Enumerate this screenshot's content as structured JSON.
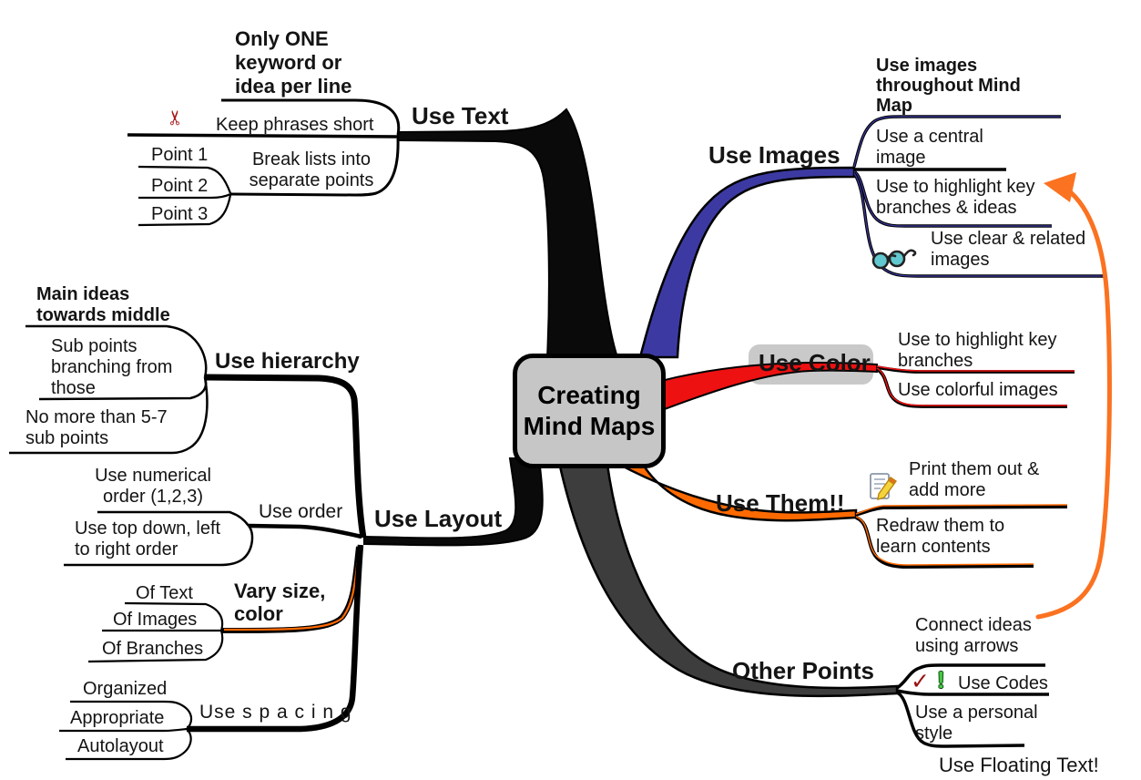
{
  "center": {
    "title": "Creating\nMind Maps"
  },
  "floating_text": "Use Floating Text!",
  "icons": {
    "scissors": "✂",
    "check": "✓",
    "exclaim": "!"
  },
  "colors": {
    "branch_black": "#0a0a0a",
    "branch_blue": "#3c3aa2",
    "branch_red": "#ee1111",
    "branch_orange": "#ff6a00",
    "branch_dark_gray": "#3d3d3d",
    "arrow_orange": "#fb7220",
    "center_fill": "#c6c6c6",
    "label_bg": "#c9c9c9"
  },
  "branches": {
    "use_text": {
      "label": "Use Text",
      "children": {
        "only_one": {
          "label": "Only ONE\nkeyword or\nidea per line"
        },
        "keep_phrases": {
          "label": "Keep phrases short",
          "icon": "scissors-icon"
        },
        "break_lists": {
          "label": "Break lists into\nseparate points",
          "children": {
            "p1": {
              "label": "Point 1"
            },
            "p2": {
              "label": "Point 2"
            },
            "p3": {
              "label": "Point 3"
            }
          }
        }
      }
    },
    "use_images": {
      "label": "Use Images",
      "children": {
        "throughout": {
          "label": "Use images\nthroughout Mind\nMap"
        },
        "central": {
          "label": "Use a central\nimage"
        },
        "highlight_ideas": {
          "label": "Use to highlight key\nbranches & ideas"
        },
        "clear_related": {
          "label": "Use clear & related\nimages",
          "icon": "glasses-icon"
        }
      }
    },
    "use_color": {
      "label": "Use Color",
      "children": {
        "highlight_branches": {
          "label": "Use to highlight key\nbranches"
        },
        "colorful_images": {
          "label": "Use colorful images"
        }
      }
    },
    "use_them": {
      "label": "Use Them!!",
      "children": {
        "print": {
          "label": "Print them out &\nadd more",
          "icon": "note-pencil-icon"
        },
        "redraw": {
          "label": "Redraw them to\nlearn contents"
        }
      }
    },
    "other_points": {
      "label": "Other Points",
      "children": {
        "connect": {
          "label": "Connect ideas\nusing arrows"
        },
        "codes": {
          "label": "Use Codes",
          "icon": "check-exclaim-icon"
        },
        "personal": {
          "label": "Use a personal\nstyle"
        }
      }
    },
    "use_layout": {
      "label": "Use Layout",
      "children": {
        "use_hierarchy": {
          "label": "Use hierarchy",
          "children": {
            "main_ideas": {
              "label": "Main ideas\ntowards middle"
            },
            "sub_points": {
              "label": "Sub points\nbranching from\nthose"
            },
            "no_more": {
              "label": "No more than 5-7\nsub points"
            }
          }
        },
        "use_order": {
          "label": "Use order",
          "children": {
            "numerical": {
              "label": "Use numerical\norder (1,2,3)"
            },
            "top_down": {
              "label": "Use top down, left\nto right order"
            }
          }
        },
        "vary_size": {
          "label": "Vary size,\ncolor",
          "children": {
            "of_text": {
              "label": "Of Text"
            },
            "of_images": {
              "label": "Of Images"
            },
            "of_branches": {
              "label": "Of Branches"
            }
          }
        },
        "spacing": {
          "label": "Use  s p a c i n g",
          "children": {
            "organized": {
              "label": "Organized"
            },
            "appropriate": {
              "label": "Appropriate"
            },
            "autolayout": {
              "label": "Autolayout"
            }
          }
        }
      }
    }
  }
}
